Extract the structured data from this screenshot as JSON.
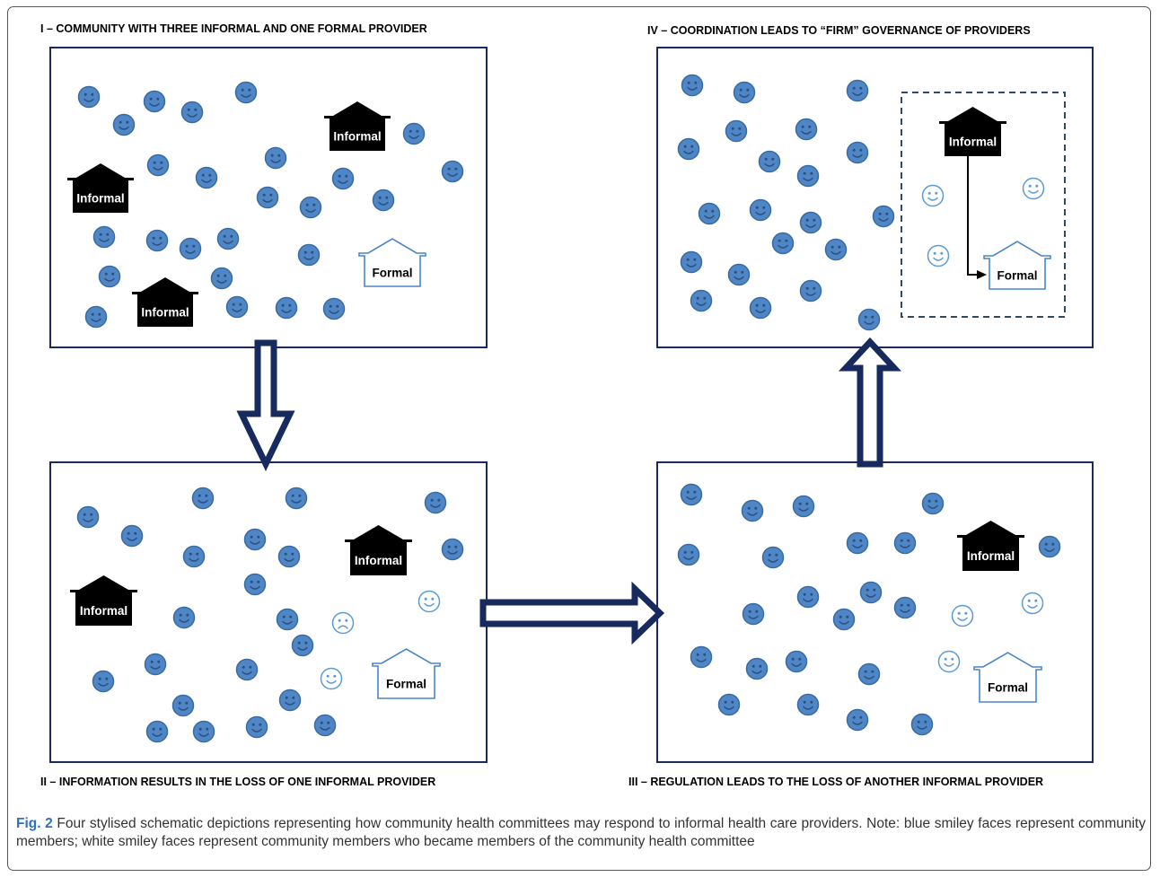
{
  "panels": {
    "I": {
      "title": "I – COMMUNITY WITH THREE INFORMAL AND ONE FORMAL PROVIDER"
    },
    "II": {
      "title": "II – INFORMATION RESULTS IN THE LOSS OF ONE INFORMAL PROVIDER"
    },
    "III": {
      "title": "III – REGULATION LEADS TO THE LOSS OF ANOTHER INFORMAL PROVIDER"
    },
    "IV": {
      "title": "IV – COORDINATION LEADS TO “FIRM” GOVERNANCE OF PROVIDERS"
    }
  },
  "labels": {
    "informal": "Informal",
    "formal": "Formal"
  },
  "caption": {
    "figure_label": "Fig. 2",
    "text": " Four stylised schematic depictions representing how community health committees may respond to informal health care providers. Note: blue smiley faces represent community members; white smiley faces represent community members who became members of the community health committee"
  },
  "colors": {
    "member_fill": "#4f86c6",
    "member_stroke": "#3a6aa3",
    "committee_stroke": "#5b9bd5",
    "panel_border": "#1a2b5a",
    "informal_building": "#000000",
    "formal_building": "#4a86c6"
  }
}
